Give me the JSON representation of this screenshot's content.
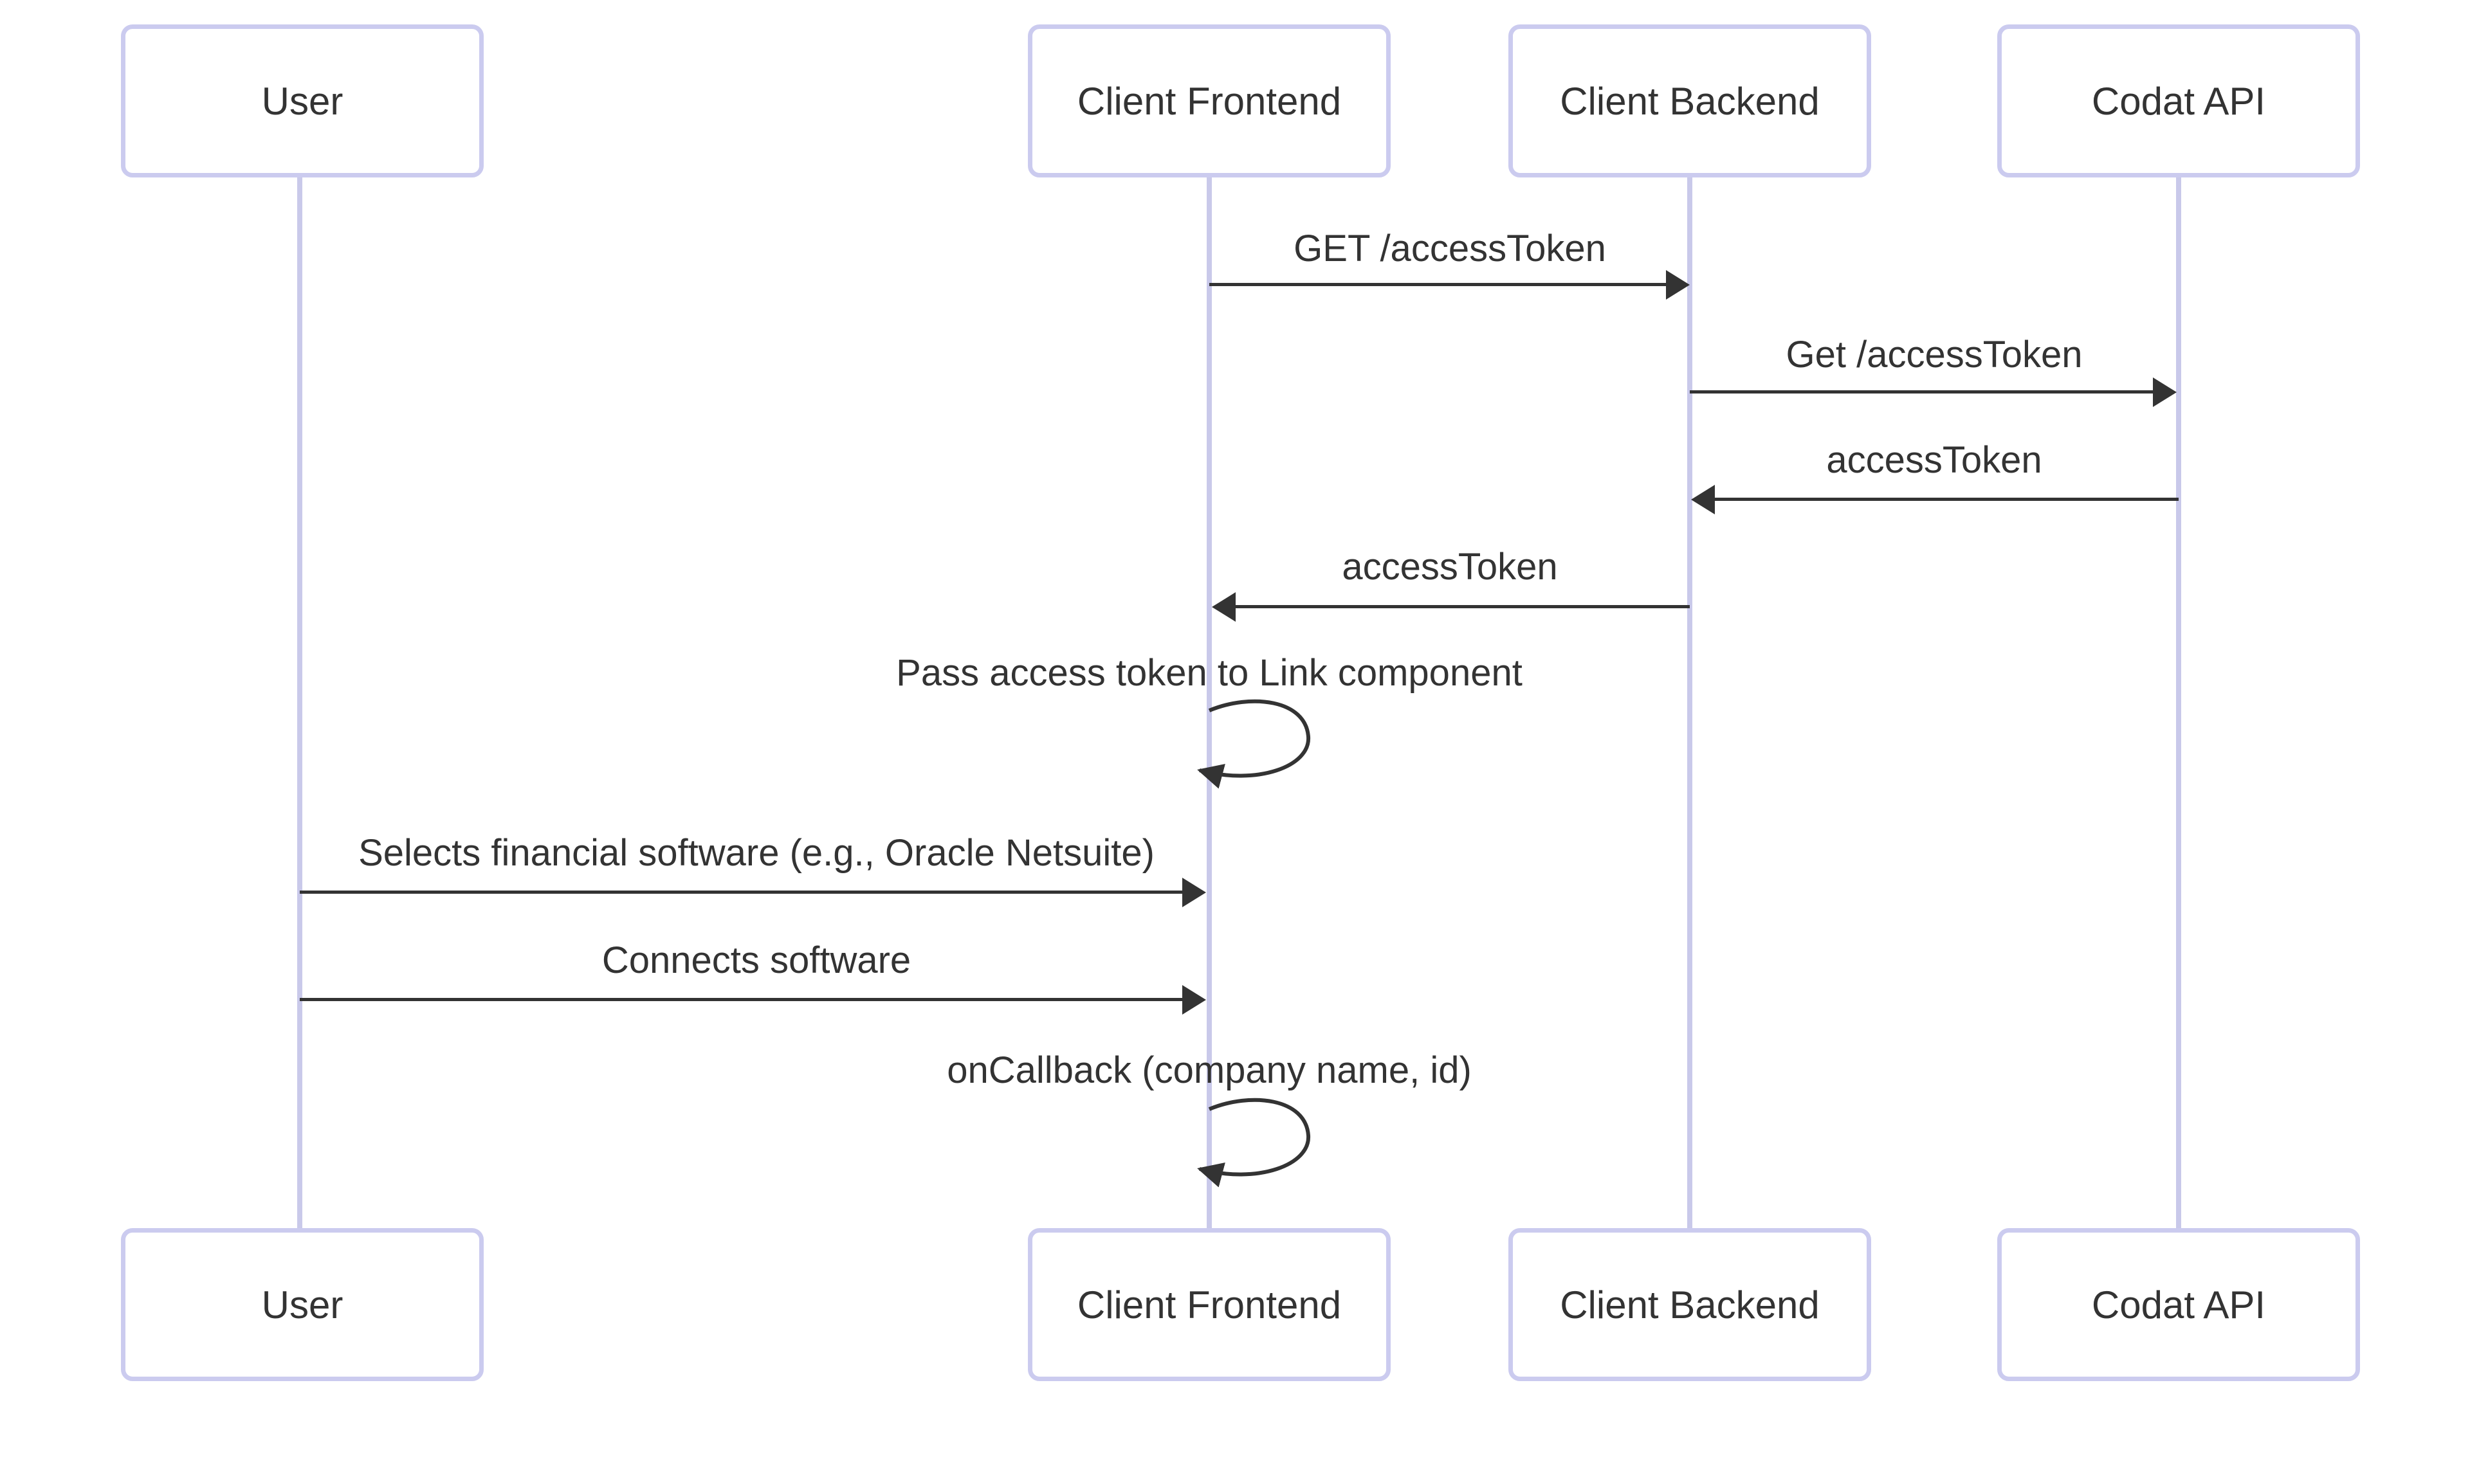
{
  "diagram": {
    "type": "sequence-diagram",
    "background_color": "#ffffff",
    "colors": {
      "actor_border": "#cbcbef",
      "actor_fill": "#ffffff",
      "lifeline": "#c9c9ea",
      "text": "#333333",
      "arrow": "#333333"
    },
    "actors": [
      {
        "id": "user",
        "label": "User"
      },
      {
        "id": "client-frontend",
        "label": "Client Frontend"
      },
      {
        "id": "client-backend",
        "label": "Client Backend"
      },
      {
        "id": "codat-api",
        "label": "Codat API"
      }
    ],
    "messages": [
      {
        "from": "client-frontend",
        "to": "client-backend",
        "label": "GET /accessToken",
        "type": "solid-arrow"
      },
      {
        "from": "client-backend",
        "to": "codat-api",
        "label": "Get /accessToken",
        "type": "solid-arrow"
      },
      {
        "from": "codat-api",
        "to": "client-backend",
        "label": "accessToken",
        "type": "solid-arrow"
      },
      {
        "from": "client-backend",
        "to": "client-frontend",
        "label": "accessToken",
        "type": "solid-arrow"
      },
      {
        "from": "client-frontend",
        "to": "client-frontend",
        "label": "Pass access token to Link component",
        "type": "self-loop"
      },
      {
        "from": "user",
        "to": "client-frontend",
        "label": "Selects financial software (e.g., Oracle Netsuite)",
        "type": "solid-arrow"
      },
      {
        "from": "user",
        "to": "client-frontend",
        "label": "Connects software",
        "type": "solid-arrow"
      },
      {
        "from": "client-frontend",
        "to": "client-frontend",
        "label": "onCallback (company name, id)",
        "type": "self-loop"
      }
    ]
  }
}
